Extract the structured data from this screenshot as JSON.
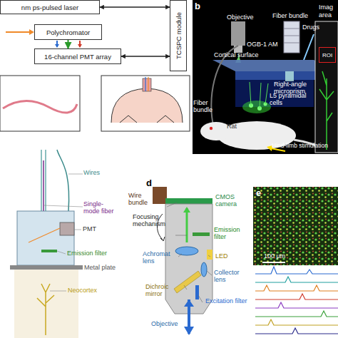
{
  "diagram": {
    "nodes": [
      {
        "text": [
          "nm ps-pulsed laser"
        ]
      },
      {
        "text": [
          "TCSPC module"
        ]
      },
      {
        "text": [
          "Polychromator"
        ]
      },
      {
        "text": [
          "16-channel PMT array"
        ]
      },
      {
        "text": [
          "ROI"
        ]
      }
    ],
    "edges": [
      {
        "from": 0,
        "to": 1,
        "arrow": "both"
      },
      {
        "from": 2,
        "to": 3,
        "arrow": "to"
      },
      {
        "from": 3,
        "to": 1,
        "arrow": "both"
      }
    ],
    "labels": [
      "b",
      "Objective",
      "OGB-1 AM",
      "Fiber bundle",
      "Drugs",
      "Cortical surface",
      "Right-angle microprism",
      "L5 pyramidal cells",
      "Fiber bundle",
      "Rat",
      "Hind-limb stimulation",
      "Imag",
      "area",
      "Wires",
      "Single-mode fiber",
      "PMT",
      "Emission filter",
      "Metal plate",
      "Neocortex",
      "d",
      "Wire bundle",
      "CMOS camera",
      "Focusing mechanism",
      "Emission filter",
      "Achromat lens",
      "LED",
      "Collector lens",
      "Dichroic mirror",
      "Excitation filter",
      "Objective",
      "e",
      "100 μm"
    ]
  }
}
